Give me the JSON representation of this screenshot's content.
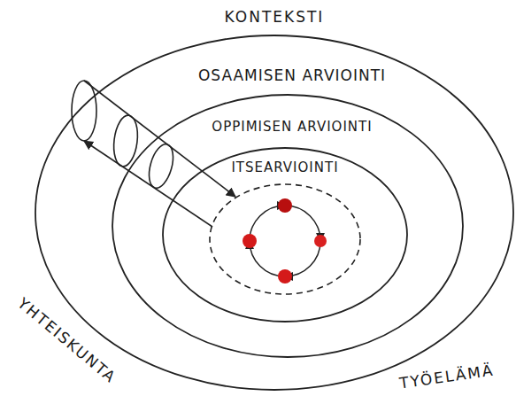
{
  "diagram": {
    "nodes": [
      {
        "text": [
          "OSAAMISEN ARVIOINTI"
        ]
      },
      {
        "text": [
          "OPPIMISEN ARVIOINTI"
        ],
        "in": 0
      },
      {
        "text": [
          "ITSEARVIOINTI"
        ],
        "in": 1
      }
    ],
    "labels": [
      "KONTEKSTI",
      "YHTEISKUNTA",
      "TYÖELÄMÄ"
    ]
  }
}
